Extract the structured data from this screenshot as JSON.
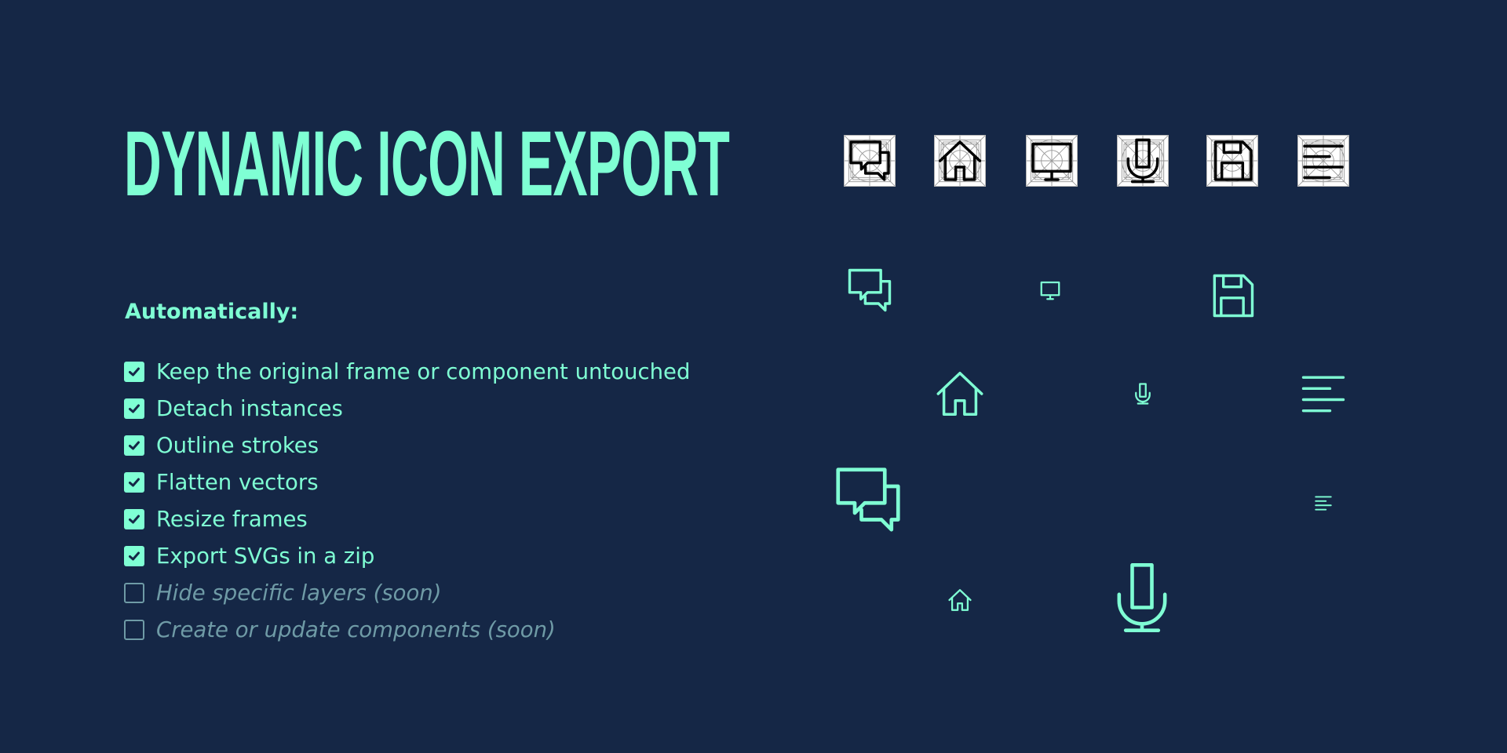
{
  "title": "DYNAMIC ICON EXPORT",
  "subtitle": "Automatically:",
  "features": [
    {
      "label": "Keep the original frame or component untouched",
      "checked": true
    },
    {
      "label": "Detach instances",
      "checked": true
    },
    {
      "label": "Outline strokes",
      "checked": true
    },
    {
      "label": "Flatten vectors",
      "checked": true
    },
    {
      "label": "Resize frames",
      "checked": true
    },
    {
      "label": "Export SVGs in a zip",
      "checked": true
    },
    {
      "label": "Hide specific layers (soon)",
      "checked": false
    },
    {
      "label": "Create or update components (soon)",
      "checked": false
    }
  ],
  "icon_sources": [
    "chat-icon",
    "home-icon",
    "monitor-icon",
    "microphone-icon",
    "save-icon",
    "text-align-left-icon"
  ],
  "colors": {
    "background": "#152746",
    "accent": "#7fffd4",
    "muted": "#6f9ba6"
  }
}
